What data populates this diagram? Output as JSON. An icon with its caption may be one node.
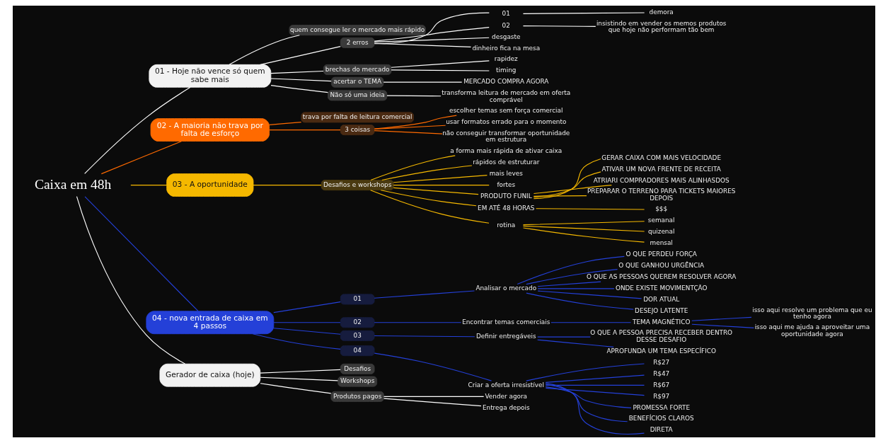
{
  "diagram": {
    "nodes": [
      {
        "text": [
          "Caixa em 48h"
        ]
      },
      {
        "text": [
          "01 - Hoje não vence só quem sabe mais"
        ]
      },
      {
        "text": [
          "quem consegue ler o mercado mais rápido"
        ]
      },
      {
        "text": [
          "2 erros"
        ]
      },
      {
        "text": [
          "01"
        ]
      },
      {
        "text": [
          "demora"
        ]
      },
      {
        "text": [
          "02"
        ]
      },
      {
        "text": [
          "insistindo em vender os memos produtos que hoje não performam tão bem"
        ]
      },
      {
        "text": [
          "desgaste"
        ]
      },
      {
        "text": [
          "dinheiro fica na mesa"
        ]
      },
      {
        "text": [
          "brechas do mercado"
        ]
      },
      {
        "text": [
          "rapidez"
        ]
      },
      {
        "text": [
          "timing"
        ]
      },
      {
        "text": [
          "acertar o TEMA"
        ]
      },
      {
        "text": [
          "MERCADO COMPRA AGORA"
        ]
      },
      {
        "text": [
          "Não só uma ideia"
        ]
      },
      {
        "text": [
          "transforma leitura de mercado em oferta comprável"
        ]
      },
      {
        "text": [
          "02 - A maioria não trava por falta de esforço"
        ]
      },
      {
        "text": [
          "trava por falta de leitura comercial"
        ]
      },
      {
        "text": [
          "3 coisas"
        ]
      },
      {
        "text": [
          "escolher temas sem força comercial"
        ]
      },
      {
        "text": [
          "usar formatos errado para o momento"
        ]
      },
      {
        "text": [
          "não conseguir transformar oportunidade em estrutura"
        ]
      },
      {
        "text": [
          "03 - A oportunidade"
        ]
      },
      {
        "text": [
          "Desafios e workshops"
        ]
      },
      {
        "text": [
          "a forma mais rápida de ativar caixa"
        ]
      },
      {
        "text": [
          "rápidos de estruturar"
        ]
      },
      {
        "text": [
          "mais leves"
        ]
      },
      {
        "text": [
          "fortes"
        ]
      },
      {
        "text": [
          "PRODUTO FUNIL"
        ]
      },
      {
        "text": [
          "GERAR CAIXA COM MAIS VELOCIDADE"
        ]
      },
      {
        "text": [
          "ATIVAR UM NOVA FRENTE DE RECEITA"
        ]
      },
      {
        "text": [
          "ATRIARI COMPRADORES MAIS ALINHASDOS"
        ]
      },
      {
        "text": [
          "PREPARAR O TERRENO PARA TICKETS MAIORES DEPOIS"
        ]
      },
      {
        "text": [
          "EM ATÉ 48 HORAS"
        ]
      },
      {
        "text": [
          "$$$"
        ]
      },
      {
        "text": [
          "rotina"
        ]
      },
      {
        "text": [
          "semanal"
        ]
      },
      {
        "text": [
          "quizenal"
        ]
      },
      {
        "text": [
          "mensal"
        ]
      },
      {
        "text": [
          "04 - nova entrada de caixa em 4 passos"
        ]
      },
      {
        "text": [
          "01"
        ]
      },
      {
        "text": [
          "Analisar o mercado"
        ]
      },
      {
        "text": [
          "O QUE PERDEU FORÇA"
        ]
      },
      {
        "text": [
          "O QUE GANHOU URGÊNCIA"
        ]
      },
      {
        "text": [
          "O QUE AS PESSOAS QUEREM RESOLVER AGORA"
        ]
      },
      {
        "text": [
          "ONDE EXISTE MOVIMENTÇÃO"
        ]
      },
      {
        "text": [
          "DOR ATUAL"
        ]
      },
      {
        "text": [
          "DESEJO LATENTE"
        ]
      },
      {
        "text": [
          "02"
        ]
      },
      {
        "text": [
          "Encontrar temas comerciais"
        ]
      },
      {
        "text": [
          "TEMA MAGNÉTICO"
        ]
      },
      {
        "text": [
          "isso aqui resolve um problema que eu tenho agora"
        ]
      },
      {
        "text": [
          "isso aqui me ajuda a aproveitar uma oportunidade agora"
        ]
      },
      {
        "text": [
          "03"
        ]
      },
      {
        "text": [
          "Definir entregáveis"
        ]
      },
      {
        "text": [
          "O QUE A PESSOA PRECISA RECEBER DENTRO DESSE DESAFIO"
        ]
      },
      {
        "text": [
          "APROFUNDA UM TEMA ESPECÍFICO"
        ]
      },
      {
        "text": [
          "04"
        ]
      },
      {
        "text": [
          "Criar a oferta irresistível"
        ]
      },
      {
        "text": [
          "R$27"
        ]
      },
      {
        "text": [
          "R$47"
        ]
      },
      {
        "text": [
          "R$67"
        ]
      },
      {
        "text": [
          "R$97"
        ]
      },
      {
        "text": [
          "PROMESSA FORTE"
        ]
      },
      {
        "text": [
          "BENEFÍCIOS CLAROS"
        ]
      },
      {
        "text": [
          "DIRETA"
        ]
      },
      {
        "text": [
          "Gerador de caixa (hoje)"
        ]
      },
      {
        "text": [
          "Desafios"
        ]
      },
      {
        "text": [
          "Workshops"
        ]
      },
      {
        "text": [
          "Produtos pagos"
        ]
      },
      {
        "text": [
          "Vender agora"
        ]
      },
      {
        "text": [
          "Entrega depois"
        ]
      }
    ],
    "edges": [
      {
        "from": 0,
        "to": 1,
        "arrow": "none",
        "color": "#ffffff"
      },
      {
        "from": 1,
        "to": 2,
        "arrow": "none",
        "color": "#ffffff"
      },
      {
        "from": 1,
        "to": 3,
        "arrow": "none",
        "color": "#ffffff"
      },
      {
        "from": 3,
        "to": 4,
        "arrow": "none",
        "color": "#ffffff"
      },
      {
        "from": 4,
        "to": 5,
        "arrow": "none",
        "color": "#ffffff"
      },
      {
        "from": 3,
        "to": 6,
        "arrow": "none",
        "color": "#ffffff"
      },
      {
        "from": 6,
        "to": 7,
        "arrow": "none",
        "color": "#ffffff"
      },
      {
        "from": 3,
        "to": 8,
        "arrow": "none",
        "color": "#ffffff"
      },
      {
        "from": 3,
        "to": 9,
        "arrow": "none",
        "color": "#ffffff"
      },
      {
        "from": 1,
        "to": 10,
        "arrow": "none",
        "color": "#ffffff"
      },
      {
        "from": 10,
        "to": 11,
        "arrow": "none",
        "color": "#ffffff"
      },
      {
        "from": 10,
        "to": 12,
        "arrow": "none",
        "color": "#ffffff"
      },
      {
        "from": 1,
        "to": 13,
        "arrow": "none",
        "color": "#ffffff"
      },
      {
        "from": 13,
        "to": 14,
        "arrow": "none",
        "color": "#ffffff"
      },
      {
        "from": 1,
        "to": 15,
        "arrow": "none",
        "color": "#ffffff"
      },
      {
        "from": 15,
        "to": 16,
        "arrow": "none",
        "color": "#ffffff"
      },
      {
        "from": 0,
        "to": 17,
        "arrow": "none",
        "color": "#ff6a00"
      },
      {
        "from": 17,
        "to": 18,
        "arrow": "none",
        "color": "#ff6a00"
      },
      {
        "from": 17,
        "to": 19,
        "arrow": "none",
        "color": "#ff6a00"
      },
      {
        "from": 19,
        "to": 20,
        "arrow": "none",
        "color": "#ff6a00"
      },
      {
        "from": 19,
        "to": 21,
        "arrow": "none",
        "color": "#ff6a00"
      },
      {
        "from": 19,
        "to": 22,
        "arrow": "none",
        "color": "#ff6a00"
      },
      {
        "from": 0,
        "to": 23,
        "arrow": "none",
        "color": "#f5b800"
      },
      {
        "from": 23,
        "to": 24,
        "arrow": "none",
        "color": "#f5b800"
      },
      {
        "from": 24,
        "to": 25,
        "arrow": "none",
        "color": "#f5b800"
      },
      {
        "from": 24,
        "to": 26,
        "arrow": "none",
        "color": "#f5b800"
      },
      {
        "from": 24,
        "to": 27,
        "arrow": "none",
        "color": "#f5b800"
      },
      {
        "from": 24,
        "to": 28,
        "arrow": "none",
        "color": "#f5b800"
      },
      {
        "from": 24,
        "to": 29,
        "arrow": "none",
        "color": "#f5b800"
      },
      {
        "from": 29,
        "to": 30,
        "arrow": "none",
        "color": "#f5b800"
      },
      {
        "from": 29,
        "to": 31,
        "arrow": "none",
        "color": "#f5b800"
      },
      {
        "from": 29,
        "to": 32,
        "arrow": "none",
        "color": "#f5b800"
      },
      {
        "from": 29,
        "to": 33,
        "arrow": "none",
        "color": "#f5b800"
      },
      {
        "from": 24,
        "to": 34,
        "arrow": "none",
        "color": "#f5b800"
      },
      {
        "from": 34,
        "to": 35,
        "arrow": "none",
        "color": "#f5b800"
      },
      {
        "from": 24,
        "to": 36,
        "arrow": "none",
        "color": "#f5b800"
      },
      {
        "from": 36,
        "to": 37,
        "arrow": "none",
        "color": "#f5b800"
      },
      {
        "from": 36,
        "to": 38,
        "arrow": "none",
        "color": "#f5b800"
      },
      {
        "from": 36,
        "to": 39,
        "arrow": "none",
        "color": "#f5b800"
      },
      {
        "from": 0,
        "to": 40,
        "arrow": "none"
      },
      {
        "from": 40,
        "to": 41,
        "arrow": "none"
      },
      {
        "from": 41,
        "to": 42,
        "arrow": "none"
      },
      {
        "from": 42,
        "to": 43,
        "arrow": "none"
      },
      {
        "from": 42,
        "to": 44,
        "arrow": "none"
      },
      {
        "from": 42,
        "to": 45,
        "arrow": "none"
      },
      {
        "from": 42,
        "to": 46,
        "arrow": "none"
      },
      {
        "from": 42,
        "to": 47,
        "arrow": "none"
      },
      {
        "from": 42,
        "to": 48,
        "arrow": "none"
      },
      {
        "from": 40,
        "to": 49,
        "arrow": "none"
      },
      {
        "from": 49,
        "to": 50,
        "arrow": "none"
      },
      {
        "from": 50,
        "to": 51,
        "arrow": "none"
      },
      {
        "from": 51,
        "to": 52,
        "arrow": "none"
      },
      {
        "from": 51,
        "to": 53,
        "arrow": "none"
      },
      {
        "from": 40,
        "to": 54,
        "arrow": "none"
      },
      {
        "from": 54,
        "to": 55,
        "arrow": "none"
      },
      {
        "from": 55,
        "to": 56,
        "arrow": "none"
      },
      {
        "from": 55,
        "to": 57,
        "arrow": "none"
      },
      {
        "from": 40,
        "to": 58,
        "arrow": "none"
      },
      {
        "from": 58,
        "to": 59,
        "arrow": "none"
      },
      {
        "from": 59,
        "to": 60,
        "arrow": "none"
      },
      {
        "from": 59,
        "to": 61,
        "arrow": "none"
      },
      {
        "from": 59,
        "to": 62,
        "arrow": "none"
      },
      {
        "from": 59,
        "to": 63,
        "arrow": "none"
      },
      {
        "from": 59,
        "to": 64,
        "arrow": "none"
      },
      {
        "from": 59,
        "to": 65,
        "arrow": "none"
      },
      {
        "from": 59,
        "to": 66,
        "arrow": "none"
      },
      {
        "from": 0,
        "to": 67,
        "arrow": "none",
        "color": "#ffffff"
      },
      {
        "from": 67,
        "to": 68,
        "arrow": "none",
        "color": "#ffffff"
      },
      {
        "from": 67,
        "to": 69,
        "arrow": "none",
        "color": "#ffffff"
      },
      {
        "from": 67,
        "to": 70,
        "arrow": "none",
        "color": "#ffffff"
      },
      {
        "from": 70,
        "to": 71,
        "arrow": "none",
        "color": "#ffffff"
      },
      {
        "from": 70,
        "to": 72,
        "arrow": "none",
        "color": "#ffffff"
      }
    ]
  }
}
